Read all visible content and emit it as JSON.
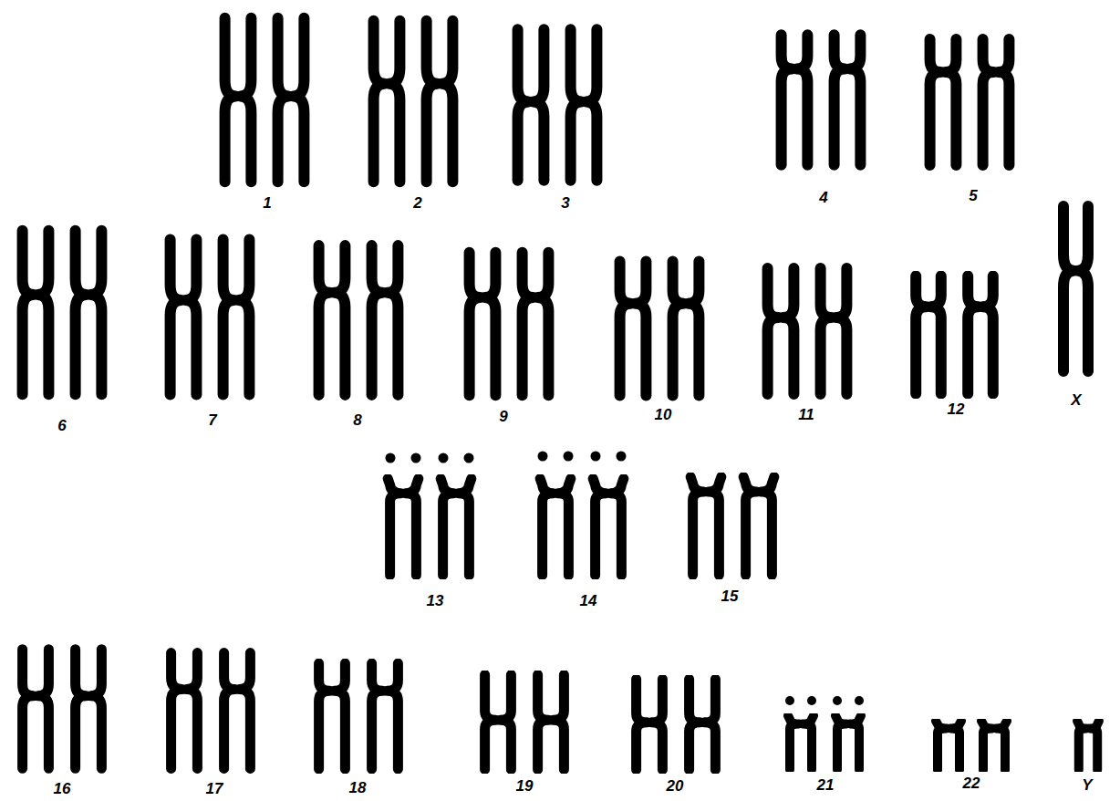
{
  "diagram": {
    "labels": [
      "1",
      "2",
      "3",
      "4",
      "5",
      "6",
      "7",
      "8",
      "9",
      "10",
      "11",
      "12",
      "X",
      "13",
      "14",
      "15",
      "16",
      "17",
      "18",
      "19",
      "20",
      "21",
      "22",
      "Y"
    ]
  }
}
